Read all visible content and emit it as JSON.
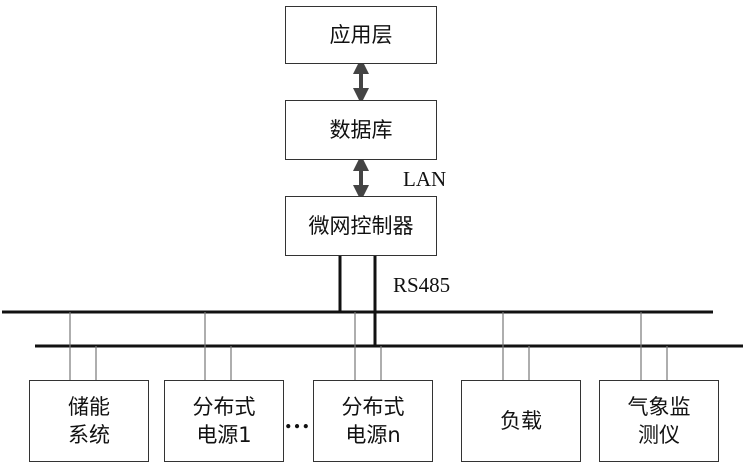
{
  "boxes": {
    "app_layer": "应用层",
    "database": "数据库",
    "controller": "微网控制器",
    "storage": "储能\n系统",
    "dg1": "分布式\n电源1",
    "dgn": "分布式\n电源n",
    "load": "负载",
    "weather": "气象监\n测仪"
  },
  "labels": {
    "lan": "LAN",
    "rs485": "RS485",
    "ellipsis": "…"
  }
}
